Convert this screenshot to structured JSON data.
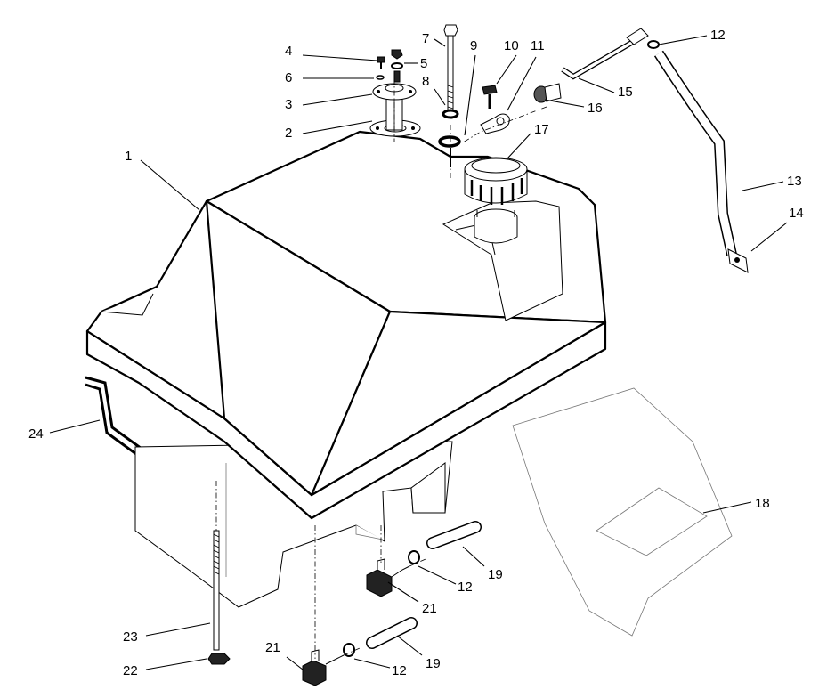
{
  "callouts": [
    {
      "id": "c1",
      "text": "1"
    },
    {
      "id": "c2",
      "text": "2"
    },
    {
      "id": "c3",
      "text": "3"
    },
    {
      "id": "c4",
      "text": "4"
    },
    {
      "id": "c5",
      "text": "5"
    },
    {
      "id": "c6",
      "text": "6"
    },
    {
      "id": "c7",
      "text": "7"
    },
    {
      "id": "c8",
      "text": "8"
    },
    {
      "id": "c9",
      "text": "9"
    },
    {
      "id": "c10",
      "text": "10"
    },
    {
      "id": "c11",
      "text": "11"
    },
    {
      "id": "c12a",
      "text": "12"
    },
    {
      "id": "c12b",
      "text": "12"
    },
    {
      "id": "c12c",
      "text": "12"
    },
    {
      "id": "c13",
      "text": "13"
    },
    {
      "id": "c14",
      "text": "14"
    },
    {
      "id": "c15",
      "text": "15"
    },
    {
      "id": "c16",
      "text": "16"
    },
    {
      "id": "c17",
      "text": "17"
    },
    {
      "id": "c18",
      "text": "18"
    },
    {
      "id": "c19a",
      "text": "19"
    },
    {
      "id": "c19b",
      "text": "19"
    },
    {
      "id": "c21a",
      "text": "21"
    },
    {
      "id": "c21b",
      "text": "21"
    },
    {
      "id": "c22",
      "text": "22"
    },
    {
      "id": "c23",
      "text": "23"
    },
    {
      "id": "c24",
      "text": "24"
    }
  ]
}
